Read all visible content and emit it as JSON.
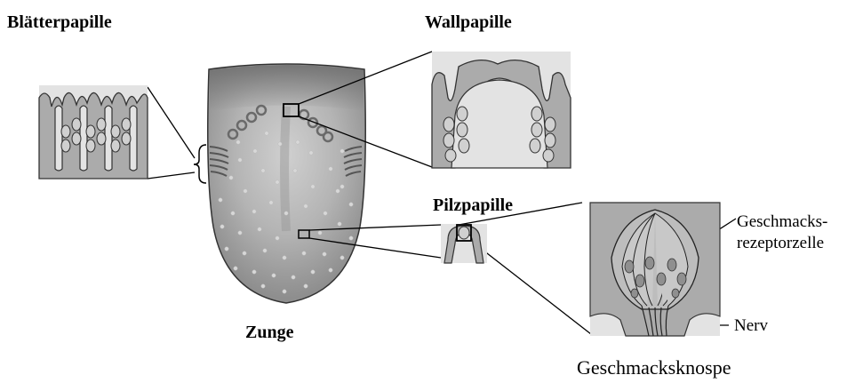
{
  "labels": {
    "foliate": "Blätterpapille",
    "circumvallate": "Wallpapille",
    "fungiform": "Pilzpapille",
    "tongue": "Zunge",
    "receptor_line1": "Geschmacks-",
    "receptor_line2": "rezeptorzelle",
    "nerve": "Nerv",
    "taste_bud": "Geschmacksknospe"
  },
  "colors": {
    "tongue_fill": "#9a9a9a",
    "tongue_center": "#c9c9c9",
    "inset_bg": "#e3e3e3",
    "tissue": "#aaaaaa",
    "line": "#000000"
  }
}
